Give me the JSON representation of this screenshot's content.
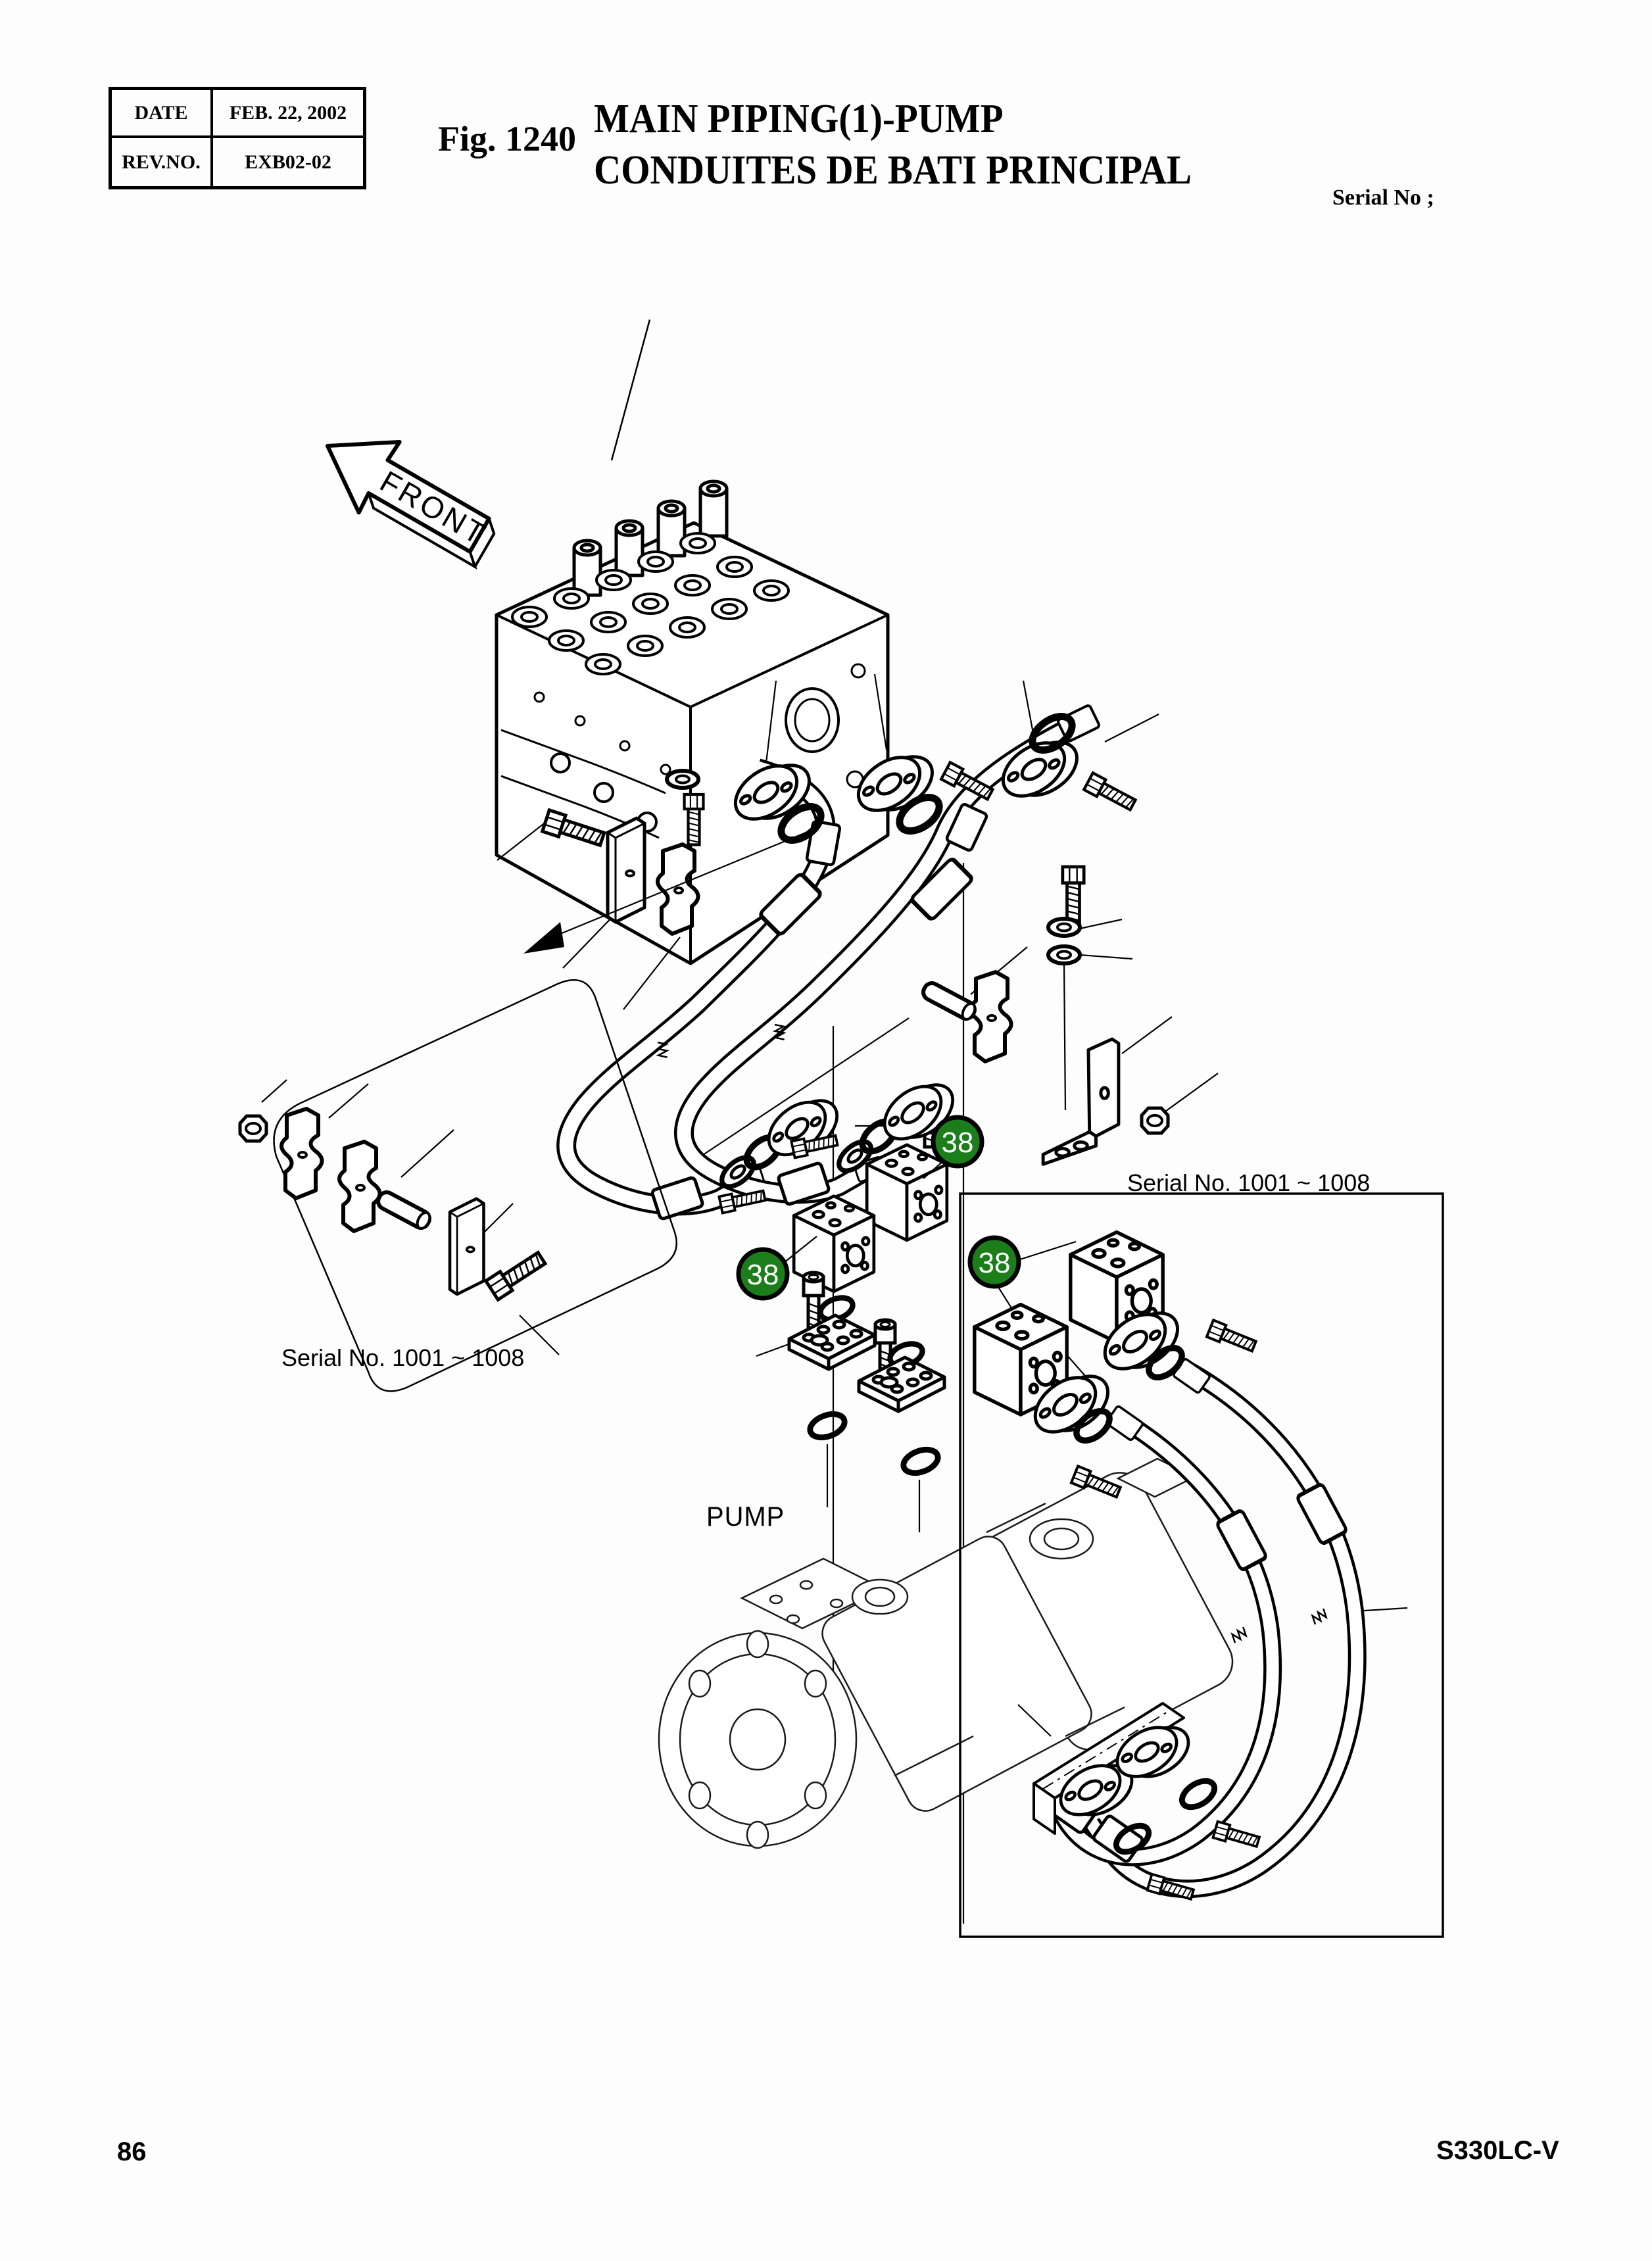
{
  "header": {
    "date_label": "DATE",
    "date_value": "FEB. 22, 2002",
    "rev_label": "REV.NO.",
    "rev_value": "EXB02-02"
  },
  "figure": {
    "number": "Fig. 1240",
    "title_line1": "MAIN PIPING(1)-PUMP",
    "title_line2": "CONDUITES DE BATI PRINCIPAL",
    "serial_note": "Serial No ;"
  },
  "diagram": {
    "front_arrow_label": "FRONT",
    "pump_label": "PUMP",
    "serial_range_main": "Serial No. 1001 ~ 1008",
    "serial_range_inset": "Serial No. 1001 ~ 1008",
    "callout_color": "#1b7e1b",
    "callouts": [
      {
        "number": "38"
      },
      {
        "number": "38"
      },
      {
        "number": "38"
      }
    ]
  },
  "footer": {
    "page_number": "86",
    "model_code": "S330LC-V"
  }
}
